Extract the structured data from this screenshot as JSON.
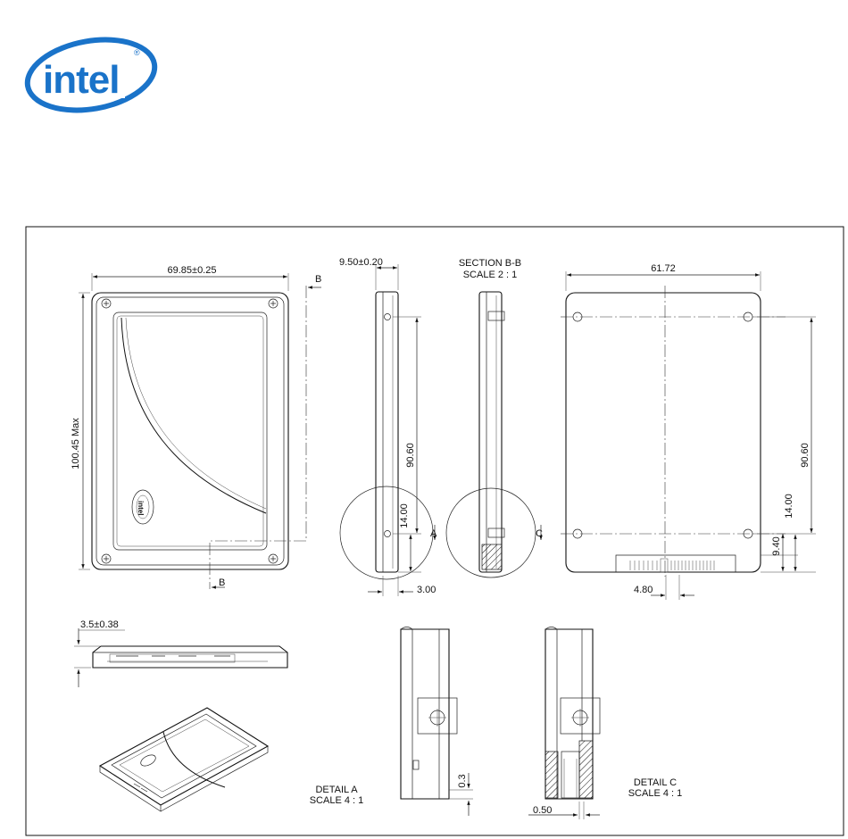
{
  "logo": {
    "text": "intel",
    "mark": "®",
    "color": "#1a73c9"
  },
  "front_view": {
    "width_dim": "69.85±0.25",
    "height_dim": "100.45 Max",
    "section_mark": "B"
  },
  "side_view": {
    "thickness_dim": "9.50±0.20",
    "hole_spacing_dim": "90.60",
    "hole_offset_dim": "14.00",
    "edge_dim": "3.00",
    "detail_marker": "A"
  },
  "section_view": {
    "title": "SECTION B-B",
    "scale": "SCALE 2 : 1",
    "detail_marker": "C"
  },
  "back_view": {
    "width_dim": "61.72",
    "hole_spacing_dim": "90.60",
    "hole_offset_dim": "14.00",
    "bottom_dim": "9.40",
    "connector_dim": "4.80"
  },
  "edge_view": {
    "height_dim": "3.5±0.38"
  },
  "detail_a": {
    "title": "DETAIL A",
    "scale": "SCALE 4 : 1",
    "dim": "0.3"
  },
  "detail_c": {
    "title": "DETAIL C",
    "scale": "SCALE 4 : 1",
    "dim": "0.50"
  }
}
